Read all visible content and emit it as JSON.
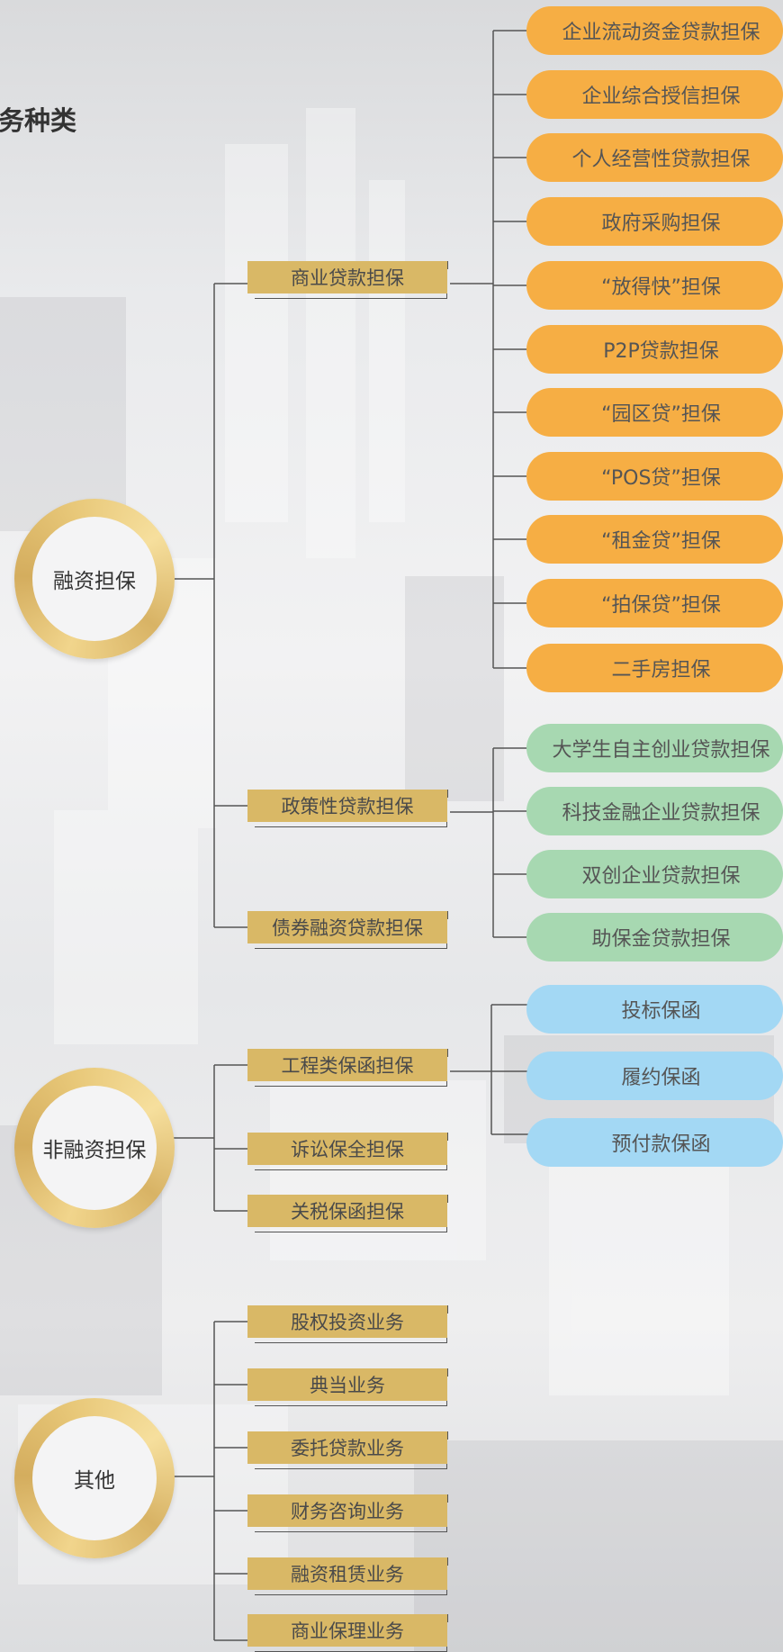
{
  "title": "务种类",
  "groups": [
    {
      "label": "融资担保",
      "categories": [
        {
          "label": "商业贷款担保",
          "items": [
            "企业流动资金贷款担保",
            "企业综合授信担保",
            "个人经营性贷款担保",
            "政府采购担保",
            "“放得快”担保",
            "P2P贷款担保",
            "“园区贷”担保",
            "“POS贷”担保",
            "“租金贷”担保",
            "“拍保贷”担保",
            "二手房担保"
          ]
        },
        {
          "label": "政策性贷款担保",
          "items": [
            "大学生自主创业贷款担保",
            "科技金融企业贷款担保",
            "双创企业贷款担保",
            "助保金贷款担保"
          ]
        },
        {
          "label": "债券融资贷款担保",
          "items": []
        }
      ]
    },
    {
      "label": "非融资担保",
      "categories": [
        {
          "label": "工程类保函担保",
          "items": [
            "投标保函",
            "履约保函",
            "预付款保函"
          ]
        },
        {
          "label": "诉讼保全担保",
          "items": []
        },
        {
          "label": "关税保函担保",
          "items": []
        }
      ]
    },
    {
      "label": "其他",
      "categories": [
        {
          "label": "股权投资业务",
          "items": []
        },
        {
          "label": "典当业务",
          "items": []
        },
        {
          "label": "委托贷款业务",
          "items": []
        },
        {
          "label": "财务咨询业务",
          "items": []
        },
        {
          "label": "融资租赁业务",
          "items": []
        },
        {
          "label": "商业保理业务",
          "items": []
        }
      ]
    }
  ],
  "colors": {
    "ring_gold": "#d9b866",
    "category_fill": "#d9b866",
    "pill_orange": "#f6ae44",
    "pill_green": "#a7d8b1",
    "pill_blue": "#a3d8f4",
    "connector": "#555555"
  }
}
